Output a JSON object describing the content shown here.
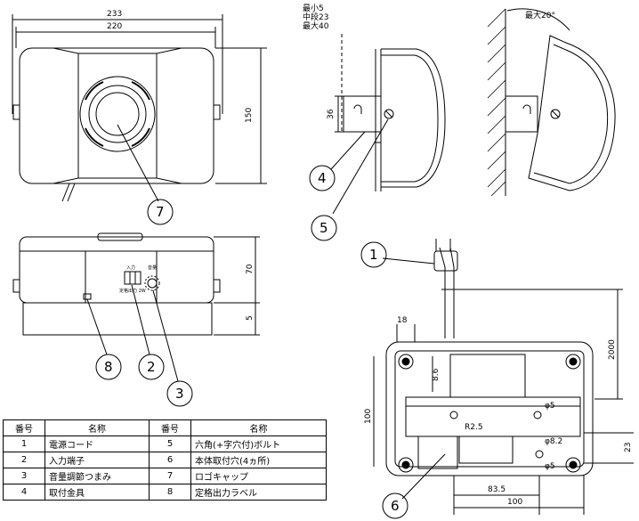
{
  "views": {
    "front": {
      "width_overall": "233",
      "width_body": "220",
      "height": "150",
      "callouts": [
        "7"
      ]
    },
    "bottom": {
      "depth": "70",
      "foot": "5",
      "jack_labels": [
        "入力",
        "音量"
      ],
      "jack_spec": "定格出力 2W",
      "callouts": [
        "8",
        "2",
        "3"
      ]
    },
    "side": {
      "angle_labels": [
        "最小5",
        "中段23",
        "最大40"
      ],
      "bracket_height": "36",
      "callouts": [
        "4",
        "5"
      ]
    },
    "wall": {
      "max_angle": "最大20°"
    },
    "mounting": {
      "cord_length": "2000",
      "offset": "18",
      "hole_pitch_v": "8.6",
      "height": "100",
      "radius": "R2.5",
      "hole_dia_top": "φ5",
      "hole_dia_mid": "φ8.2",
      "hole_dia_bottom": "φ5",
      "dim_23": "23",
      "dim_83_5": "83.5",
      "dim_100": "100",
      "callouts": [
        "1",
        "6"
      ]
    }
  },
  "parts_table": {
    "headers": [
      "番号",
      "名称",
      "番号",
      "名称"
    ],
    "rows": [
      [
        "1",
        "電源コード",
        "5",
        "六角(+字穴付)ボルト"
      ],
      [
        "2",
        "入力端子",
        "6",
        "本体取付穴(4ヵ所)"
      ],
      [
        "3",
        "音量調節つまみ",
        "7",
        "ロゴキャップ"
      ],
      [
        "4",
        "取付金具",
        "8",
        "定格出力ラベル"
      ]
    ]
  }
}
